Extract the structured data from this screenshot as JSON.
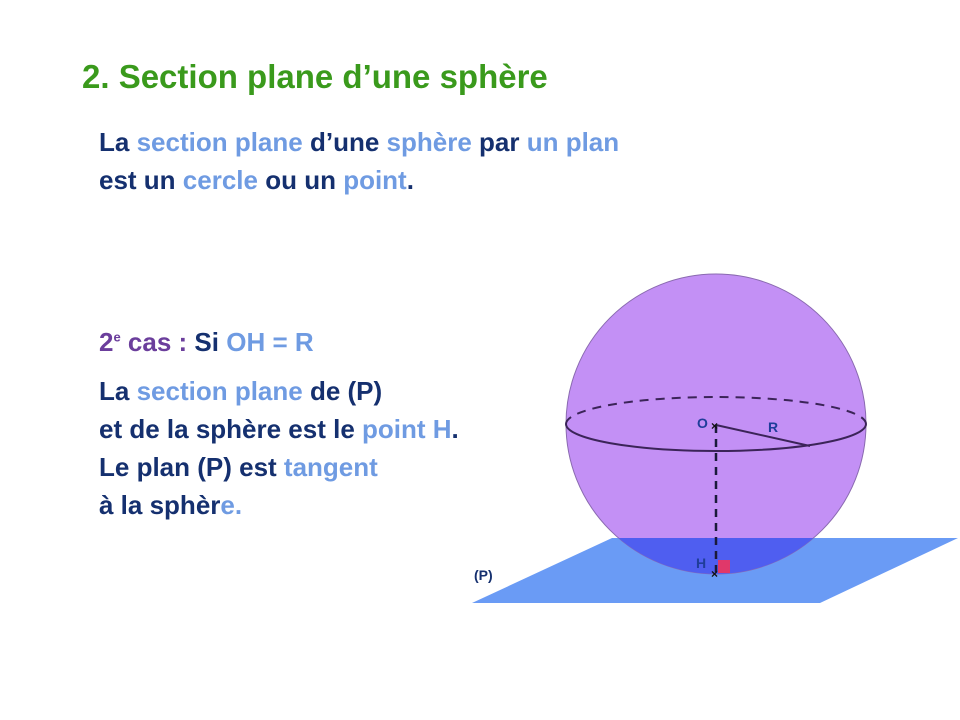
{
  "title": "2. Section plane d’une sphère",
  "colors": {
    "title": "#3a9a1c",
    "text": "#15306f",
    "highlight": "#6f9be2",
    "case": "#6b3e9c",
    "sphere": "#c390f5",
    "plane": "#6a9bf5",
    "right_angle_mark": "#e0386a"
  },
  "intro": [
    [
      {
        "t": "La ",
        "c": "navy"
      },
      {
        "t": "section plane",
        "c": "light"
      },
      {
        "t": " d’une ",
        "c": "navy"
      },
      {
        "t": "sphère",
        "c": "light"
      },
      {
        "t": " par ",
        "c": "navy"
      },
      {
        "t": "un plan",
        "c": "light"
      }
    ],
    [
      {
        "t": "est un ",
        "c": "navy"
      },
      {
        "t": "cercle",
        "c": "light"
      },
      {
        "t": " ou un ",
        "c": "navy"
      },
      {
        "t": "point",
        "c": "light"
      },
      {
        "t": ".",
        "c": "navy"
      }
    ]
  ],
  "case_heading": [
    {
      "t": "2",
      "c": "purple"
    },
    {
      "t": "e",
      "c": "purple",
      "sup": true
    },
    {
      "t": " cas : ",
      "c": "purple"
    },
    {
      "t": "Si ",
      "c": "navy"
    },
    {
      "t": "OH = R",
      "c": "light"
    }
  ],
  "body": [
    [
      {
        "t": "La ",
        "c": "navy"
      },
      {
        "t": "section plane",
        "c": "light"
      },
      {
        "t": "  de (P)",
        "c": "navy"
      }
    ],
    [
      {
        "t": "et de la sphère est le ",
        "c": "navy"
      },
      {
        "t": "point H",
        "c": "light"
      },
      {
        "t": ".",
        "c": "navy"
      }
    ],
    [
      {
        "t": "Le plan (P) est ",
        "c": "navy"
      },
      {
        "t": "tangent",
        "c": "light"
      }
    ],
    [
      {
        "t": "à la sphèr",
        "c": "navy"
      },
      {
        "t": "e.",
        "c": "light"
      }
    ]
  ],
  "figure": {
    "label_O": "O",
    "label_R": "R",
    "label_H": "H",
    "label_P": "(P)"
  }
}
